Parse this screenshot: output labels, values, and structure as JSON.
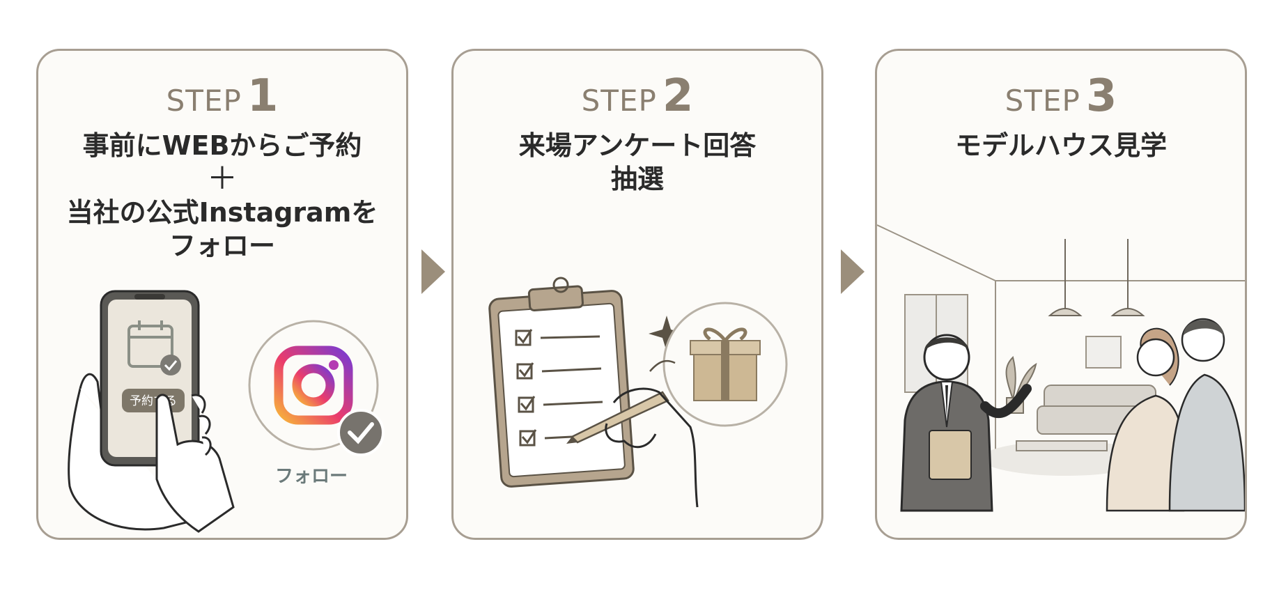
{
  "steps": [
    {
      "step_word": "STEP",
      "step_number": "1",
      "title_line1": "事前にWEBからご予約",
      "plus": "＋",
      "title_line2": "当社の公式Instagramを",
      "title_line3": "フォロー",
      "phone_button_label": "予約する",
      "follow_label": "フォロー",
      "icons": [
        "phone-icon",
        "calendar-icon",
        "instagram-icon",
        "check-icon",
        "hand-icon"
      ]
    },
    {
      "step_word": "STEP",
      "step_number": "2",
      "title_line1": "来場アンケート回答",
      "title_line2": "抽選",
      "icons": [
        "clipboard-icon",
        "pen-icon",
        "gift-icon",
        "sparkle-icon"
      ]
    },
    {
      "step_word": "STEP",
      "step_number": "3",
      "title_line1": "モデルハウス見学",
      "icons": [
        "model-house-room-illustration",
        "pendant-lamp-icon",
        "sofa-icon",
        "plant-icon"
      ]
    }
  ],
  "colors": {
    "accent": "#9b8e7b",
    "border": "#a79e92",
    "step_text": "#8a7f70",
    "title_text": "#2a2a2a",
    "card_bg": "#fcfbf8"
  }
}
